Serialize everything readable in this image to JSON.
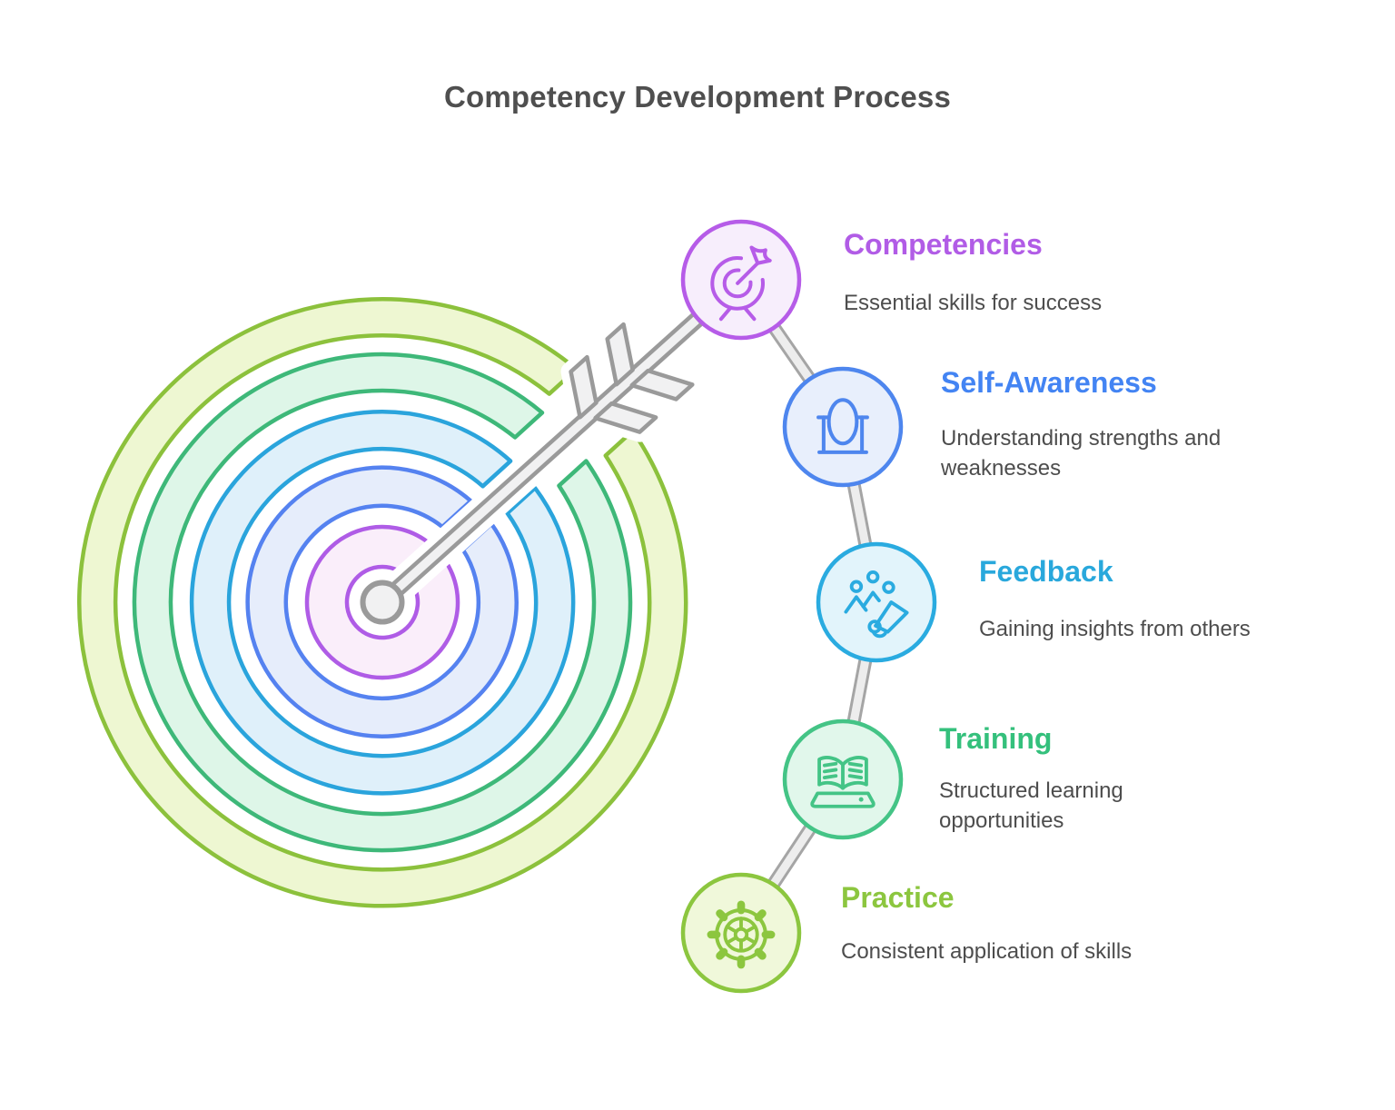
{
  "title": "Competency Development Process",
  "illustration": {
    "type": "target-with-arrow",
    "description": "concentric target rings pierced by a gray arrow pointing to the bullseye",
    "ring_colors_outer_to_inner": [
      {
        "stroke": "#8cc13c",
        "fill": "#eef7d2"
      },
      {
        "stroke": "#3eb879",
        "fill": "#def6e8"
      },
      {
        "stroke": "#2aa4dc",
        "fill": "#dff0fa"
      },
      {
        "stroke": "#5582f0",
        "fill": "#e6edfb"
      },
      {
        "stroke": "#af5ce6",
        "fill": "#faeefa"
      }
    ],
    "arrow_color": "#f1f1f2",
    "arrow_outline": "#9a9a9a",
    "connector_color": "#ededed",
    "connector_outline": "#a5a5a5"
  },
  "steps": [
    {
      "title": "Competencies",
      "description": "Essential skills for success",
      "color": "#b15ce6",
      "badge_fill": "#f7eefc",
      "icon": "target-dart-icon"
    },
    {
      "title": "Self-Awareness",
      "description": "Understanding strengths and weaknesses",
      "color": "#4384f3",
      "badge_fill": "#e8effc",
      "icon": "mirror-icon"
    },
    {
      "title": "Feedback",
      "description": "Gaining insights from others",
      "color": "#29a8dc",
      "badge_fill": "#e2f4fb",
      "icon": "people-megaphone-icon"
    },
    {
      "title": "Training",
      "description": "Structured learning opportunities",
      "color": "#34c07c",
      "badge_fill": "#e1f7eb",
      "icon": "open-book-icon"
    },
    {
      "title": "Practice",
      "description": "Consistent application of skills",
      "color": "#8cc63f",
      "badge_fill": "#f0f8da",
      "icon": "gear-icon"
    }
  ]
}
